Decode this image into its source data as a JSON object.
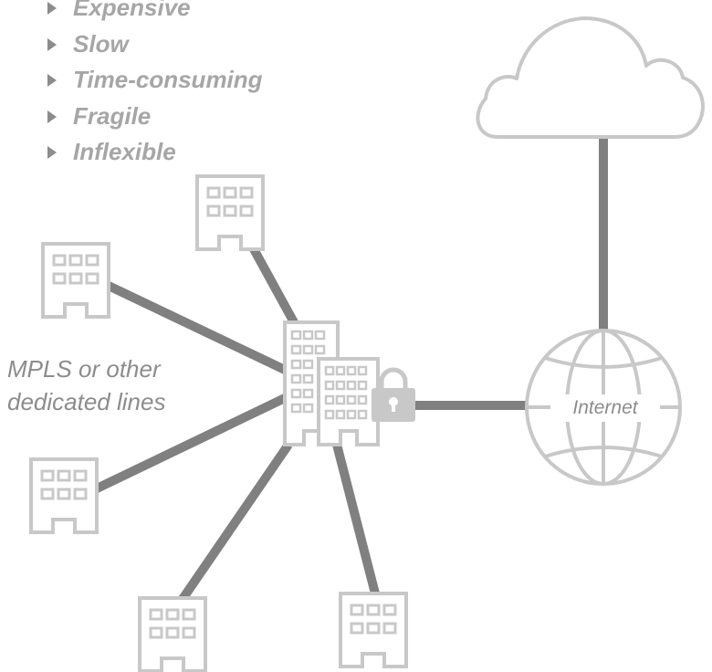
{
  "bullets": {
    "items": [
      "Expensive",
      "Slow",
      "Time-consuming",
      "Fragile",
      "Inflexible"
    ]
  },
  "connection_label": {
    "line1": "MPLS or other",
    "line2": "dedicated lines"
  },
  "internet_label": "Internet",
  "colors": {
    "icon_outline": "#c8c8c8",
    "connection_line": "#808080",
    "bullet_text": "#a6a6a6",
    "label_text": "#8c8c8c"
  },
  "icons": {
    "branch_offices": [
      "building-icon",
      "building-icon",
      "building-icon",
      "building-icon",
      "building-icon",
      "building-icon"
    ],
    "headquarters": "headquarters-building-icon",
    "lock": "lock-icon",
    "cloud": "cloud-icon",
    "globe": "globe-icon"
  }
}
